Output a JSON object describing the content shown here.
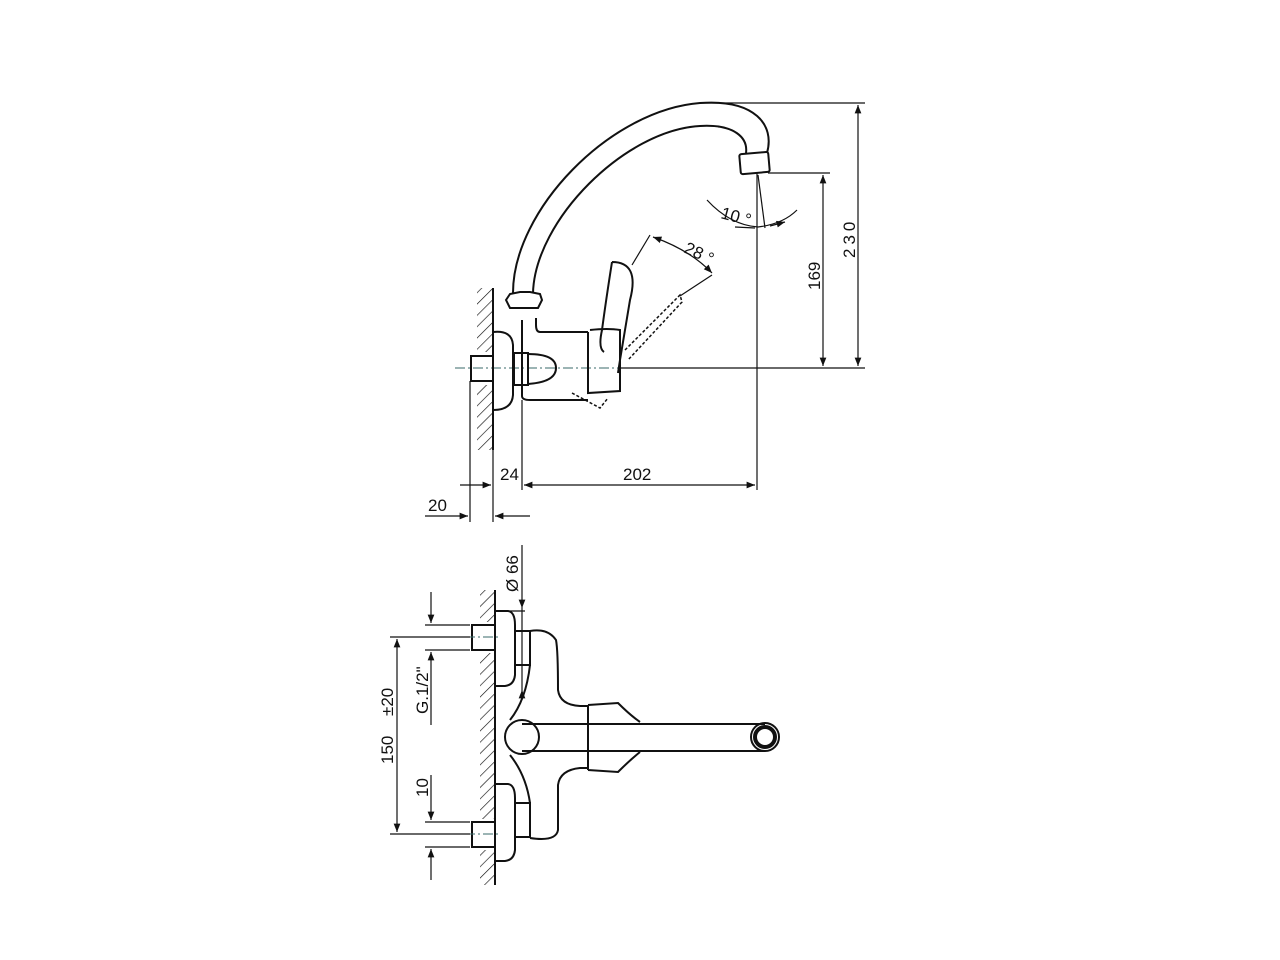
{
  "drawing": {
    "side_view": {
      "dimensions": {
        "wall_offset": "20",
        "flange_depth": "24",
        "spout_reach": "202",
        "spout_outlet_height": "169",
        "total_height": "230",
        "spout_angle": "10 °",
        "lever_angle": "28 °"
      }
    },
    "front_view": {
      "dimensions": {
        "escutcheon_diameter": "Ø 66",
        "inlet_spacing": "150",
        "inlet_tolerance": "±20",
        "inlet_thread": "G.1/2\"",
        "inlet_protrusion": "10"
      }
    }
  }
}
